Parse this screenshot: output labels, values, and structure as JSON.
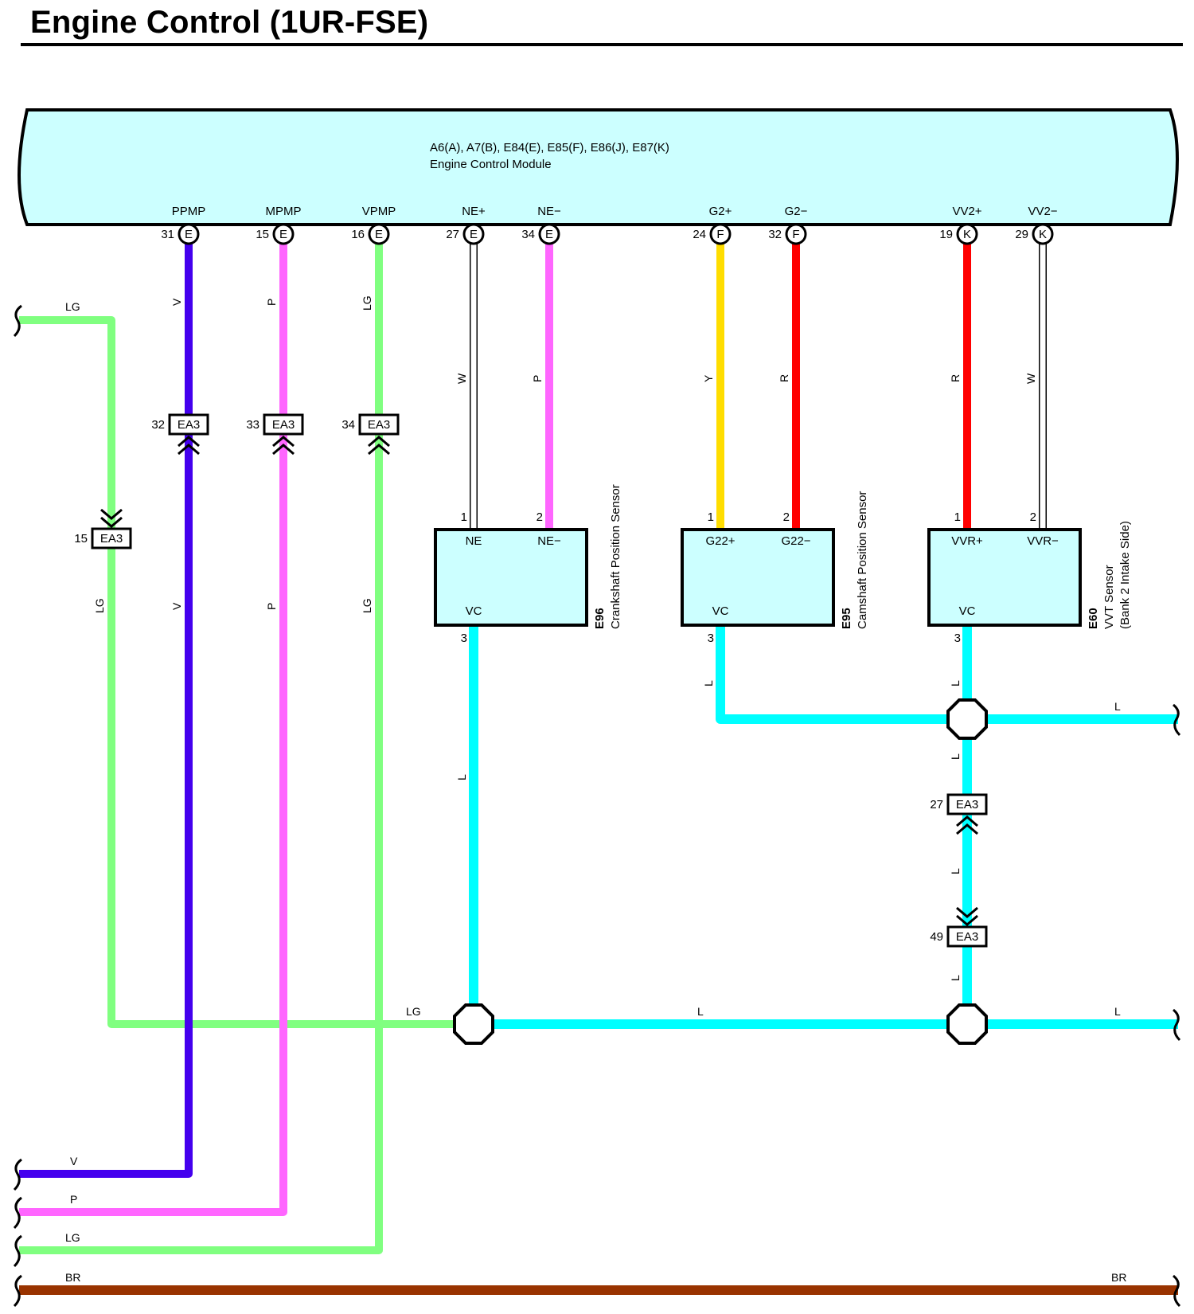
{
  "title": "Engine Control (1UR-FSE)",
  "ecm": {
    "connectors": "A6(A), A7(B), E84(E), E85(F), E86(J), E87(K)",
    "name": "Engine Control Module"
  },
  "terminals": [
    {
      "id": "ppmp",
      "label": "PPMP",
      "pin": "31",
      "conn": "E",
      "color": "V"
    },
    {
      "id": "mpmp",
      "label": "MPMP",
      "pin": "15",
      "conn": "E",
      "color": "P"
    },
    {
      "id": "vpmp",
      "label": "VPMP",
      "pin": "16",
      "conn": "E",
      "color": "LG"
    },
    {
      "id": "ne-plus",
      "label": "NE+",
      "pin": "27",
      "conn": "E",
      "color": "W"
    },
    {
      "id": "ne-minus",
      "label": "NE−",
      "pin": "34",
      "conn": "E",
      "color": "P"
    },
    {
      "id": "g2-plus",
      "label": "G2+",
      "pin": "24",
      "conn": "F",
      "color": "Y"
    },
    {
      "id": "g2-minus",
      "label": "G2−",
      "pin": "32",
      "conn": "F",
      "color": "R"
    },
    {
      "id": "vv2-plus",
      "label": "VV2+",
      "pin": "19",
      "conn": "K",
      "color": "R"
    },
    {
      "id": "vv2-minus",
      "label": "VV2−",
      "pin": "29",
      "conn": "K",
      "color": "W"
    }
  ],
  "junctions": [
    {
      "id": "ea3-32",
      "pin": "32",
      "name": "EA3"
    },
    {
      "id": "ea3-33",
      "pin": "33",
      "name": "EA3"
    },
    {
      "id": "ea3-34",
      "pin": "34",
      "name": "EA3"
    },
    {
      "id": "ea3-15",
      "pin": "15",
      "name": "EA3"
    },
    {
      "id": "ea3-27",
      "pin": "27",
      "name": "EA3"
    },
    {
      "id": "ea3-49",
      "pin": "49",
      "name": "EA3"
    }
  ],
  "sensors": [
    {
      "id": "crank",
      "code": "E96",
      "name": "Crankshaft Position Sensor",
      "name2": "",
      "pins": [
        "1",
        "2",
        "3"
      ],
      "t1": "NE",
      "t2": "NE−",
      "t3": "VC"
    },
    {
      "id": "cam",
      "code": "E95",
      "name": "Camshaft Position Sensor",
      "name2": "",
      "pins": [
        "1",
        "2",
        "3"
      ],
      "t1": "G22+",
      "t2": "G22−",
      "t3": "VC"
    },
    {
      "id": "vvt",
      "code": "E60",
      "name": "VVT Sensor",
      "name2": "(Bank 2 Intake Side)",
      "pins": [
        "1",
        "2",
        "3"
      ],
      "t1": "VVR+",
      "t2": "VVR−",
      "t3": "VC"
    }
  ],
  "wire_labels": {
    "lg_top": "LG",
    "lg_left": "LG",
    "lg_mid": "LG",
    "l": "L",
    "v": "V",
    "p": "P",
    "w": "W",
    "y": "Y",
    "r": "R",
    "br": "BR"
  },
  "wire_colors": {
    "V": "#4400ee",
    "P": "#ff66ff",
    "LG": "#80ff80",
    "W": "#ffffff",
    "Y": "#ffdd00",
    "R": "#ff0000",
    "L": "#00ffff",
    "BR": "#993300",
    "ECM": "#ccffff",
    "SENSOR": "#ccffff"
  }
}
